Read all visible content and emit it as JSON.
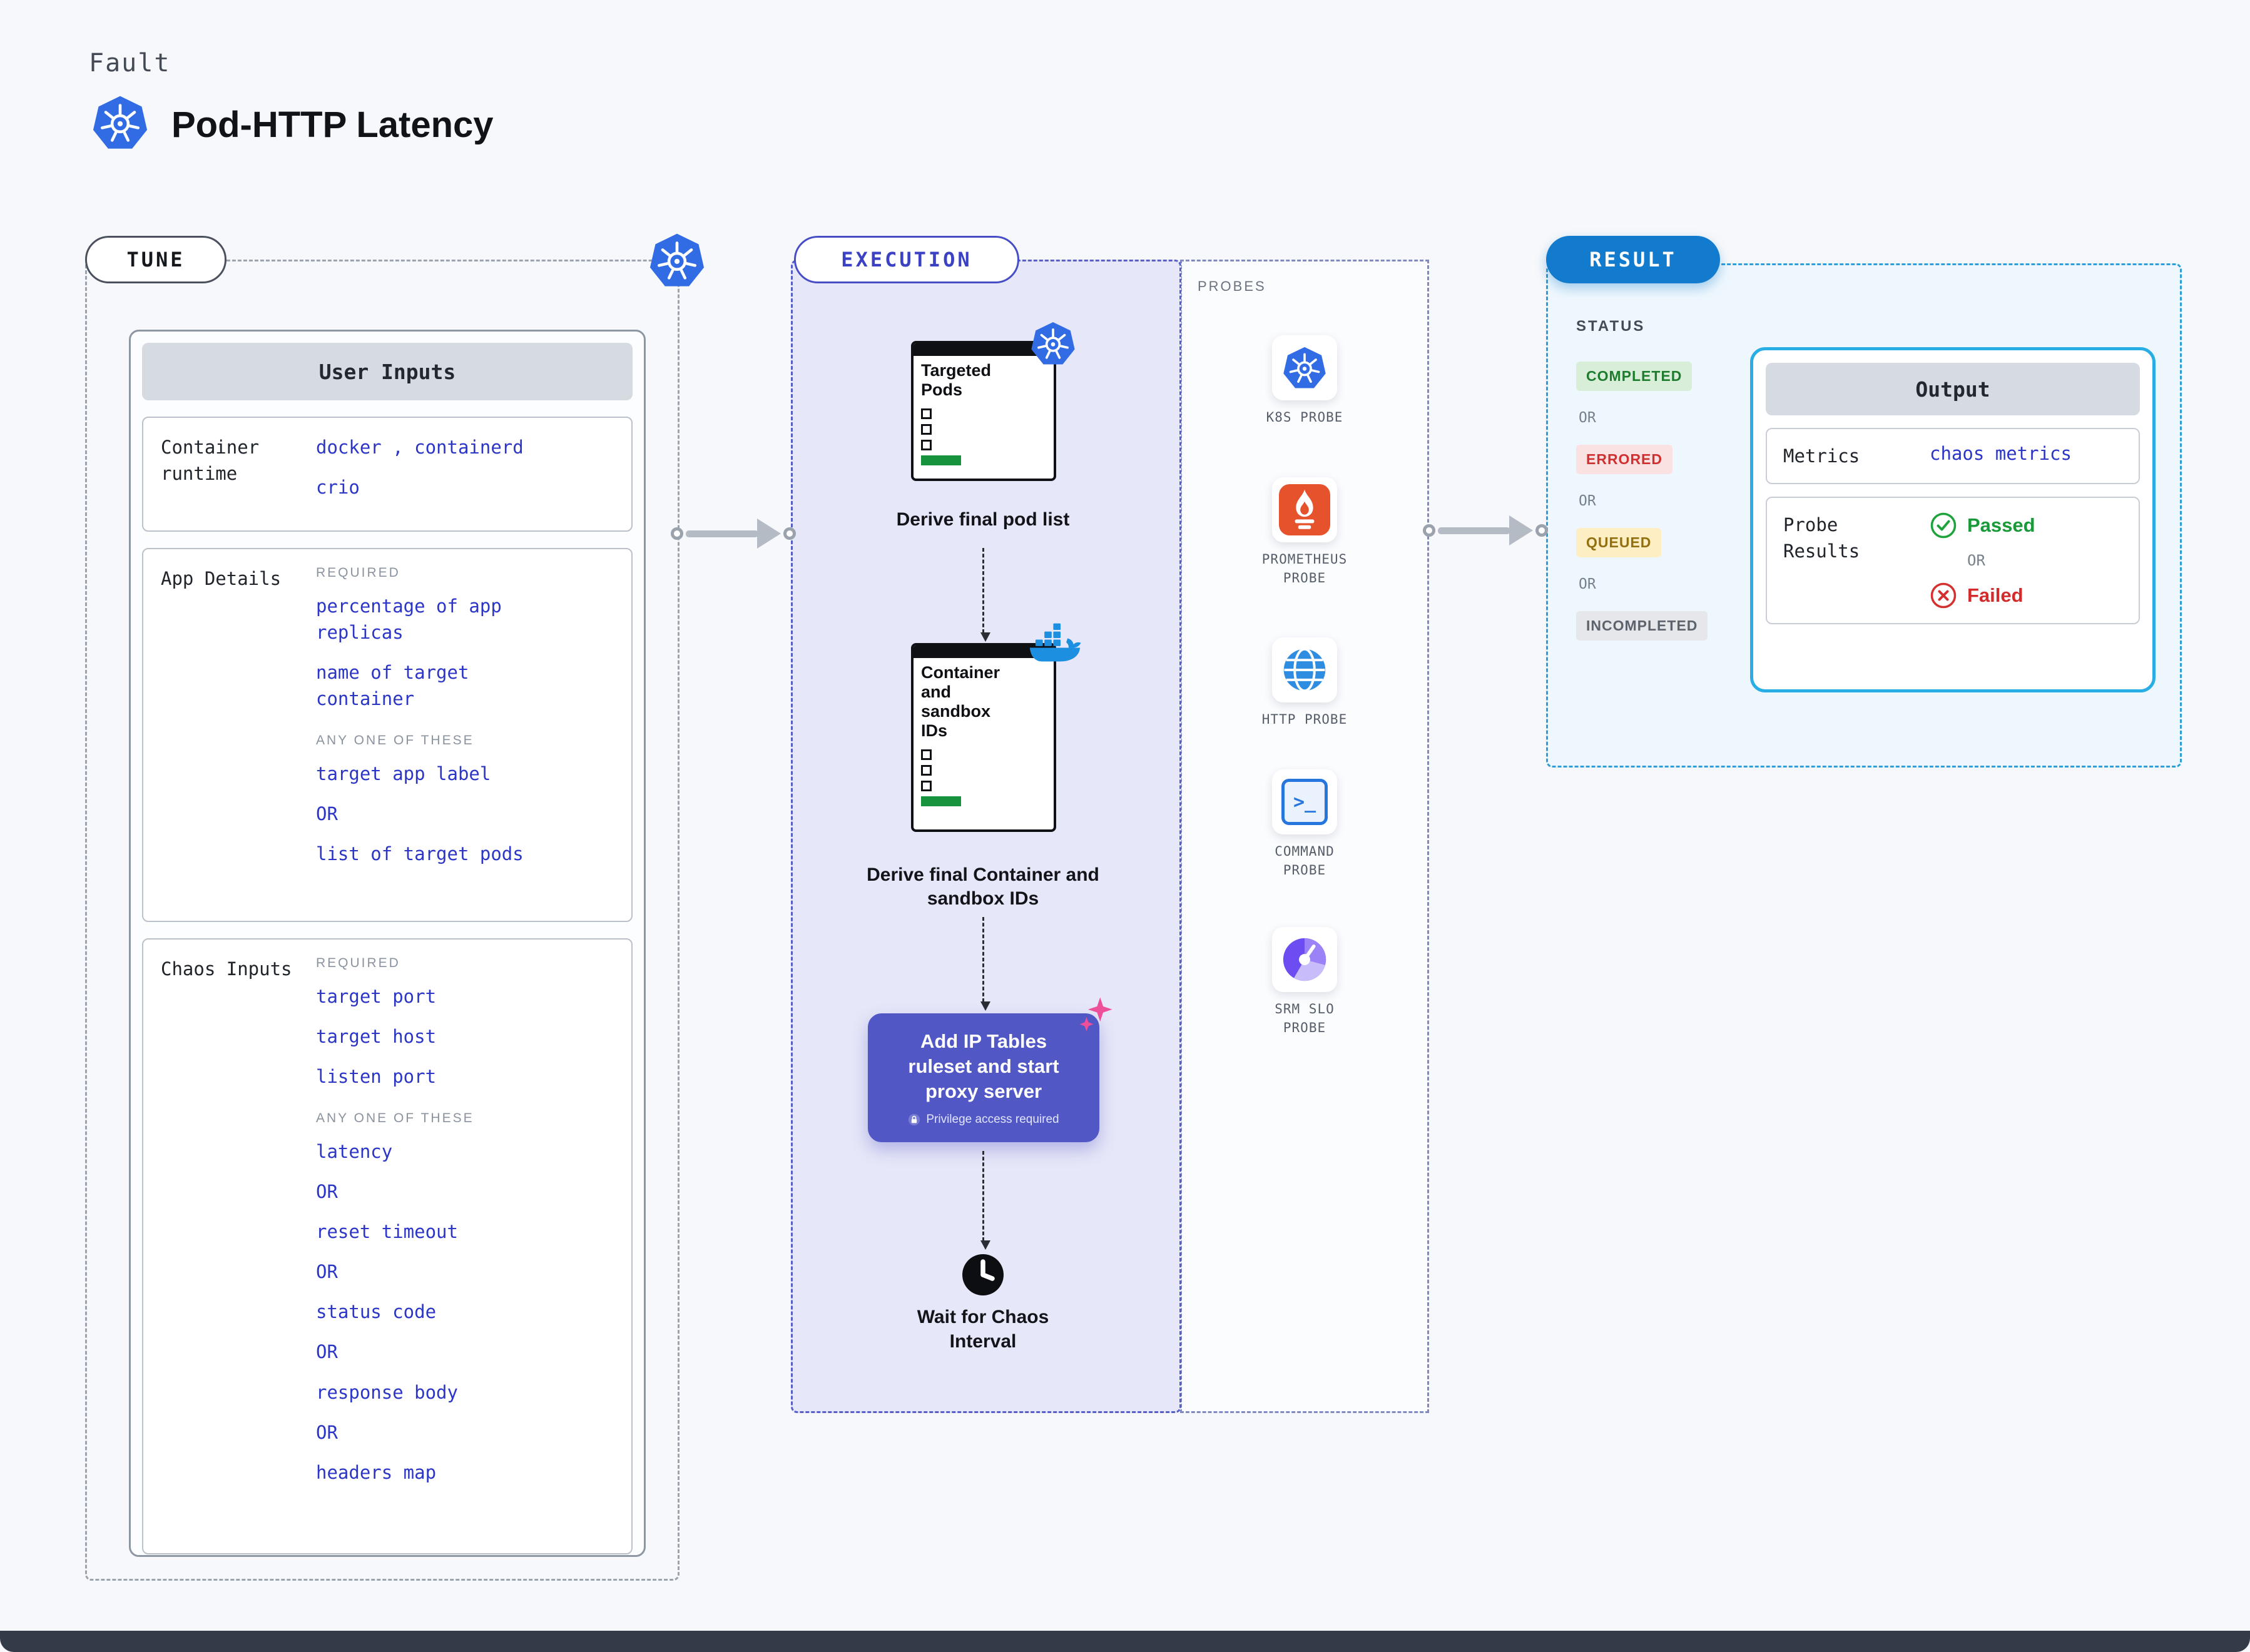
{
  "header": {
    "eyebrow": "Fault",
    "title": "Pod-HTTP Latency"
  },
  "tune": {
    "label": "TUNE",
    "panel_title": "User Inputs",
    "container_runtime": {
      "label": "Container runtime",
      "values": [
        "docker , containerd",
        "crio"
      ]
    },
    "app_details": {
      "label": "App Details",
      "required_label": "REQUIRED",
      "required": [
        "percentage of app replicas",
        "name of target container"
      ],
      "any_label": "ANY ONE OF THESE",
      "options": [
        "target app label",
        "OR",
        "list of target pods"
      ]
    },
    "chaos_inputs": {
      "label": "Chaos Inputs",
      "required_label": "REQUIRED",
      "required": [
        "target port",
        "target host",
        "listen port"
      ],
      "any_label": "ANY ONE OF THESE",
      "options": [
        "latency",
        "OR",
        "reset timeout",
        "OR",
        "status code",
        "OR",
        "response body",
        "OR",
        "headers map"
      ]
    }
  },
  "execution": {
    "label": "EXECUTION",
    "doc1": {
      "title": "Targeted Pods",
      "caption": "Derive final pod list"
    },
    "doc2": {
      "title": "Container and sandbox IDs",
      "caption": "Derive final Container and sandbox IDs"
    },
    "action": {
      "text": "Add IP Tables ruleset and start proxy server",
      "note": "Privilege access required"
    },
    "wait": {
      "caption": "Wait for Chaos Interval"
    }
  },
  "probes": {
    "label": "PROBES",
    "items": [
      "K8S PROBE",
      "PROMETHEUS\nPROBE",
      "HTTP PROBE",
      "COMMAND\nPROBE",
      "SRM SLO\nPROBE"
    ]
  },
  "result": {
    "label": "RESULT",
    "status_title": "STATUS",
    "or": "OR",
    "statuses": [
      "COMPLETED",
      "ERRORED",
      "QUEUED",
      "INCOMPLETED"
    ],
    "output": {
      "title": "Output",
      "metrics_label": "Metrics",
      "metrics_value": "chaos metrics",
      "probe_results_label": "Probe Results",
      "passed": "Passed",
      "or": "OR",
      "failed": "Failed"
    }
  },
  "icons": {
    "kubernetes": "helm-wheel",
    "docker": "whale",
    "prometheus": "flame",
    "http": "globe",
    "command": "terminal",
    "command_glyph": ">_",
    "srm_slo": "gauge-pie",
    "clock": "clock",
    "lock": "lock",
    "sparkle": "sparkle",
    "passed": "check-circle",
    "failed": "x-circle"
  },
  "colors": {
    "accent_code_blue": "#2b36c6",
    "kubernetes_blue": "#326ce5",
    "execution_purple": "#5257c6",
    "result_blue": "#137bce",
    "output_border_cyan": "#28aee4",
    "completed_green": "#1e7c2f",
    "errored_red": "#d03030",
    "queued_yellow": "#93700f",
    "incompleted_gray": "#5c636d",
    "passed_green": "#189a38",
    "failed_red": "#d32b2b",
    "prometheus_orange": "#e6522c",
    "doc_progress_green": "#17923d"
  }
}
